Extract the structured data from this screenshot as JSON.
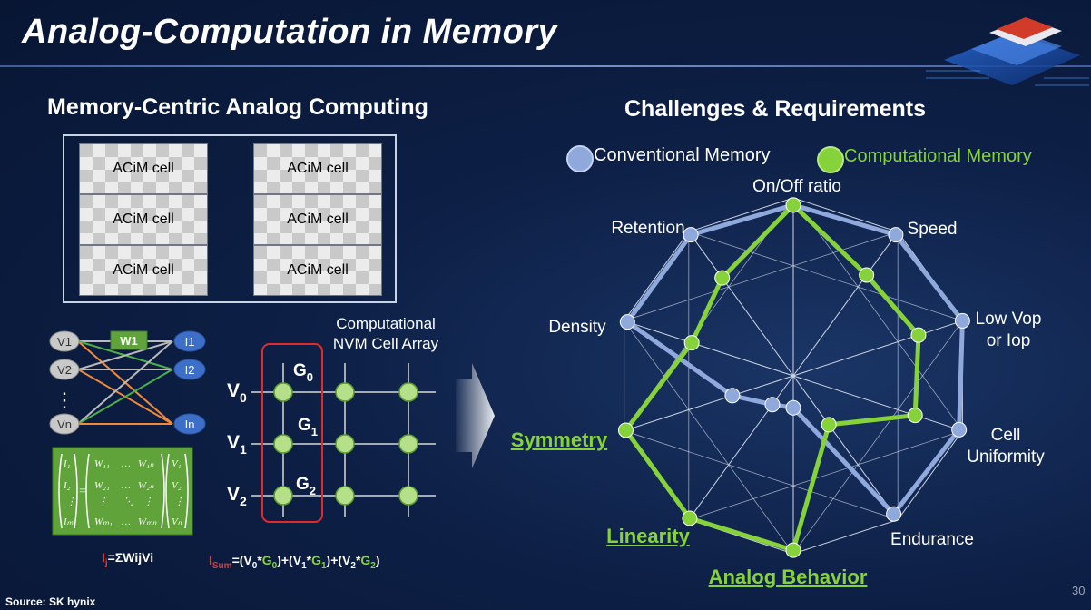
{
  "title": "Analog-Computation in Memory",
  "left_heading": "Memory-Centric Analog Computing",
  "right_heading": "Challenges & Requirements",
  "cells": [
    "ACiM cell",
    "ACiM cell",
    "ACiM cell",
    "ACiM cell",
    "ACiM cell",
    "ACiM cell"
  ],
  "network": {
    "inputs": [
      "V1",
      "V2",
      "Vn"
    ],
    "weight": "W1",
    "outputs": [
      "I1",
      "I2",
      "In"
    ],
    "dots": "⋮"
  },
  "array": {
    "title_line1": "Computational",
    "title_line2": "NVM Cell Array",
    "v": [
      "V",
      "V",
      "V"
    ],
    "v_sub": [
      "0",
      "1",
      "2"
    ],
    "g": [
      "G",
      "G",
      "G"
    ],
    "g_sub": [
      "0",
      "1",
      "2"
    ]
  },
  "formula_left": {
    "i": "I",
    "sub": "j",
    "rest": "=ΣWijVi"
  },
  "formula_right": {
    "i": "I",
    "sub": "Sum",
    "parts": [
      "=(V",
      "0",
      "*",
      "G",
      "0",
      ")+(V",
      "1",
      "*",
      "G",
      "1",
      ")+(V",
      "2",
      "*",
      "G",
      "2",
      ")"
    ]
  },
  "legend": {
    "conventional": "Conventional Memory",
    "computational": "Computational Memory",
    "conventional_color": "#8fa9dc",
    "computational_color": "#86d23a"
  },
  "radar": {
    "axes": [
      "On/Off ratio",
      "Speed",
      "Low Vop\nor Iop",
      "Cell\nUniformity",
      "Endurance",
      "Analog Behavior",
      "Linearity",
      "Symmetry",
      "Density",
      "Retention"
    ],
    "highlighted": [
      "Analog Behavior",
      "Linearity",
      "Symmetry"
    ],
    "conventional": [
      0.96,
      0.98,
      1.0,
      0.98,
      0.96,
      0.18,
      0.2,
      0.36,
      0.98,
      0.98
    ],
    "computational": [
      0.96,
      0.7,
      0.74,
      0.72,
      0.34,
      0.98,
      0.99,
      0.99,
      0.6,
      0.68
    ]
  },
  "source": "Source: SK hynix",
  "page": "30"
}
